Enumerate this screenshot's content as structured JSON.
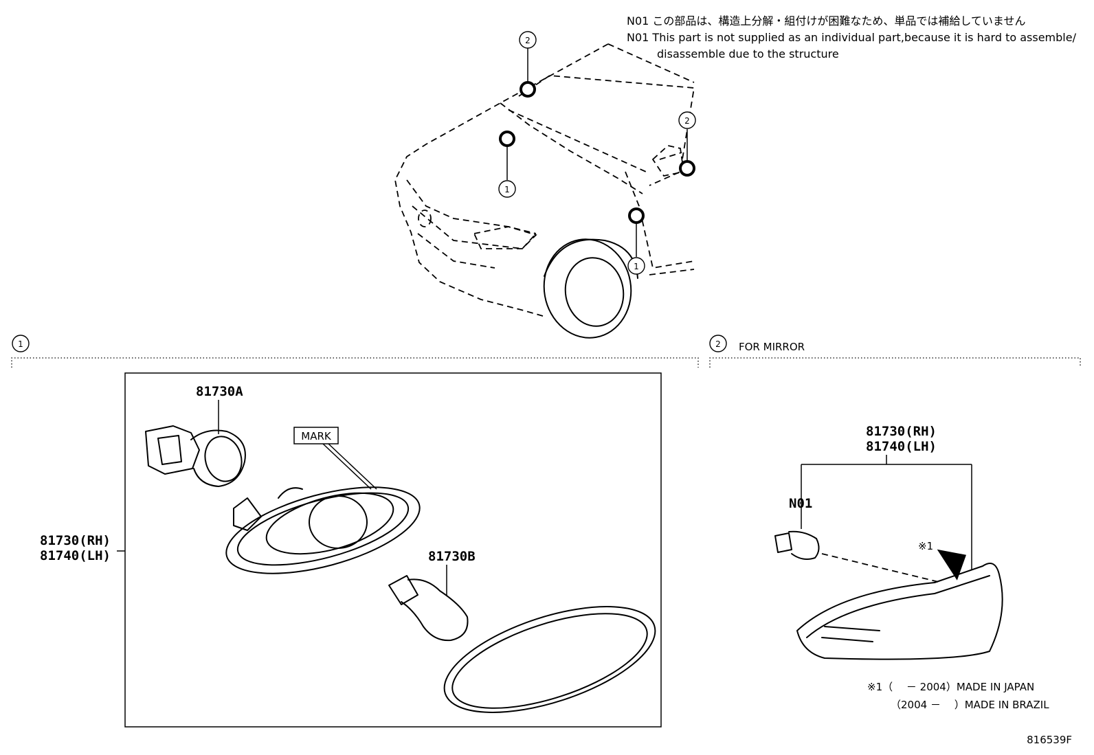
{
  "notes": {
    "jp": "N01 この部品は、構造上分解・組付けが困難なため、単品では補給していません",
    "en_line1": "N01 This part is not supplied as an individual part,because it is hard to assemble/",
    "en_line2": "disassemble due to the structure"
  },
  "callouts": {
    "one": "1",
    "two": "2"
  },
  "section1": {
    "index": "1",
    "parts": {
      "socket": "81730A",
      "bulb": "81730B",
      "mark": "MARK",
      "assy_rh": "81730(RH)",
      "assy_lh": "81740(LH)"
    }
  },
  "section2": {
    "index": "2",
    "title": "FOR MIRROR",
    "parts": {
      "assy_rh": "81730(RH)",
      "assy_lh": "81740(LH)",
      "n01": "N01",
      "ref_mark": "※1"
    },
    "footnote_line1": "※1（　 － 2004）MADE IN JAPAN",
    "footnote_line2": "（2004 － 　）MADE IN BRAZIL"
  },
  "figure_id": "816539F"
}
